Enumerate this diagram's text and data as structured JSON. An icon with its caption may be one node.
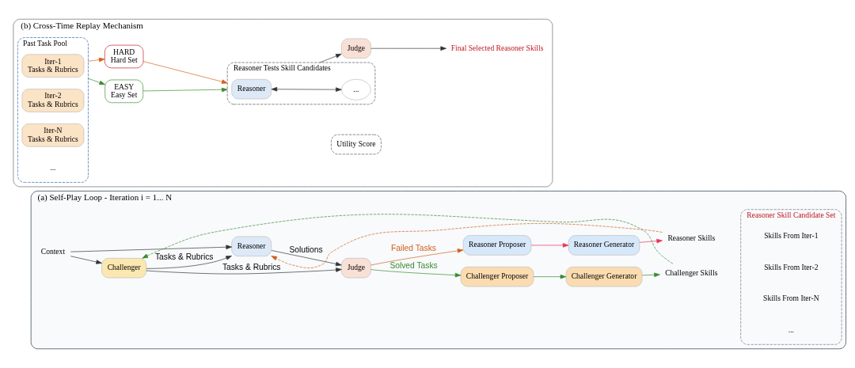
{
  "diagram": {
    "nodes": [
      {
        "text": [
          "(a) Self-Play Loop - Iteration i = 1... N"
        ]
      },
      {
        "text": [
          "Context"
        ],
        "in": 0
      },
      {
        "text": [
          "Challenger"
        ],
        "in": 0
      },
      {
        "text": [
          "Reasoner"
        ],
        "in": 0
      },
      {
        "text": [
          "Judge"
        ],
        "in": 0
      },
      {
        "text": [
          "Challenger Proposer"
        ],
        "in": 0
      },
      {
        "text": [
          "Challenger Generator"
        ],
        "in": 0
      },
      {
        "text": [
          "Challenger Skills"
        ],
        "in": 0
      },
      {
        "text": [
          "Reasoner Proposer"
        ],
        "in": 0
      },
      {
        "text": [
          "Reasoner Generator"
        ],
        "in": 0
      },
      {
        "text": [
          "Reasoner Skills"
        ],
        "in": 0
      },
      {
        "text": [
          "Reasoner Skill Candidate Set"
        ],
        "in": 0
      },
      {
        "text": [
          "Skills From Iter-1"
        ],
        "in": 11
      },
      {
        "text": [
          "Skills From Iter-2"
        ],
        "in": 11
      },
      {
        "text": [
          "Skills From Iter-N"
        ],
        "in": 11
      },
      {
        "text": [
          "(b) Cross-Time Replay Mechanism"
        ]
      },
      {
        "text": [
          "Past Task Pool"
        ],
        "in": 15
      },
      {
        "text": [
          "Iter-1",
          "Tasks & Rubrics"
        ],
        "in": 16
      },
      {
        "text": [
          "Iter-2",
          "Tasks & Rubrics"
        ],
        "in": 16
      },
      {
        "text": [
          "Iter-N",
          "Tasks & Rubrics"
        ],
        "in": 16
      },
      {
        "text": [
          "EASY",
          "Easy Set"
        ],
        "in": 15
      },
      {
        "text": [
          "HARD",
          "Hard Set"
        ],
        "in": 15
      },
      {
        "text": [
          "Reasoner Tests Skill Candidates"
        ],
        "in": 15
      },
      {
        "text": [
          "Reasoner"
        ],
        "in": 22
      },
      {
        "text": [
          "..."
        ],
        "in": 22
      },
      {
        "text": [
          "Judge"
        ],
        "in": 15
      },
      {
        "text": [
          "Utility Score"
        ],
        "in": 15
      },
      {
        "text": [
          "Final Selected Reasoner Skills"
        ],
        "in": 15
      }
    ],
    "edges": [
      {
        "from": 1,
        "to": 2,
        "arrow": "to"
      },
      {
        "from": 1,
        "to": 3,
        "arrow": "to"
      },
      {
        "from": 2,
        "to": 3,
        "arrow": "to",
        "label": "Tasks & Rubrics"
      },
      {
        "from": 2,
        "to": 4,
        "arrow": "to",
        "label": "Tasks & Rubrics"
      },
      {
        "from": 3,
        "to": 4,
        "arrow": "to",
        "label": "Solutions"
      },
      {
        "from": 4,
        "to": 5,
        "arrow": "to",
        "label": "Solved Tasks",
        "color": "#3a8a2e"
      },
      {
        "from": 4,
        "to": 8,
        "arrow": "to",
        "label": "Failed Tasks",
        "color": "#d2601a"
      },
      {
        "from": 5,
        "to": 6,
        "arrow": "to",
        "color": "#3a8a2e"
      },
      {
        "from": 6,
        "to": 7,
        "arrow": "to",
        "color": "#3a8a2e"
      },
      {
        "from": 8,
        "to": 9,
        "arrow": "to",
        "color": "#e8335a"
      },
      {
        "from": 9,
        "to": 10,
        "arrow": "to",
        "color": "#e8335a"
      },
      {
        "from": 7,
        "to": 2,
        "arrow": "to",
        "style": "dashed",
        "color": "#3a8a2e"
      },
      {
        "from": 10,
        "to": 3,
        "arrow": "to",
        "style": "dashed",
        "color": "#d2601a"
      },
      {
        "from": 16,
        "to": 20,
        "arrow": "to",
        "color": "#3a8a2e"
      },
      {
        "from": 16,
        "to": 21,
        "arrow": "to",
        "color": "#d2601a"
      },
      {
        "from": 20,
        "to": 22,
        "arrow": "to",
        "color": "#3a8a2e"
      },
      {
        "from": 21,
        "to": 22,
        "arrow": "to",
        "color": "#d2601a"
      },
      {
        "from": 23,
        "to": 24,
        "arrow": "both"
      },
      {
        "from": 22,
        "to": 25,
        "arrow": "to"
      },
      {
        "from": 25,
        "to": 27,
        "arrow": "to"
      }
    ],
    "labels": [
      "...",
      "..."
    ]
  }
}
